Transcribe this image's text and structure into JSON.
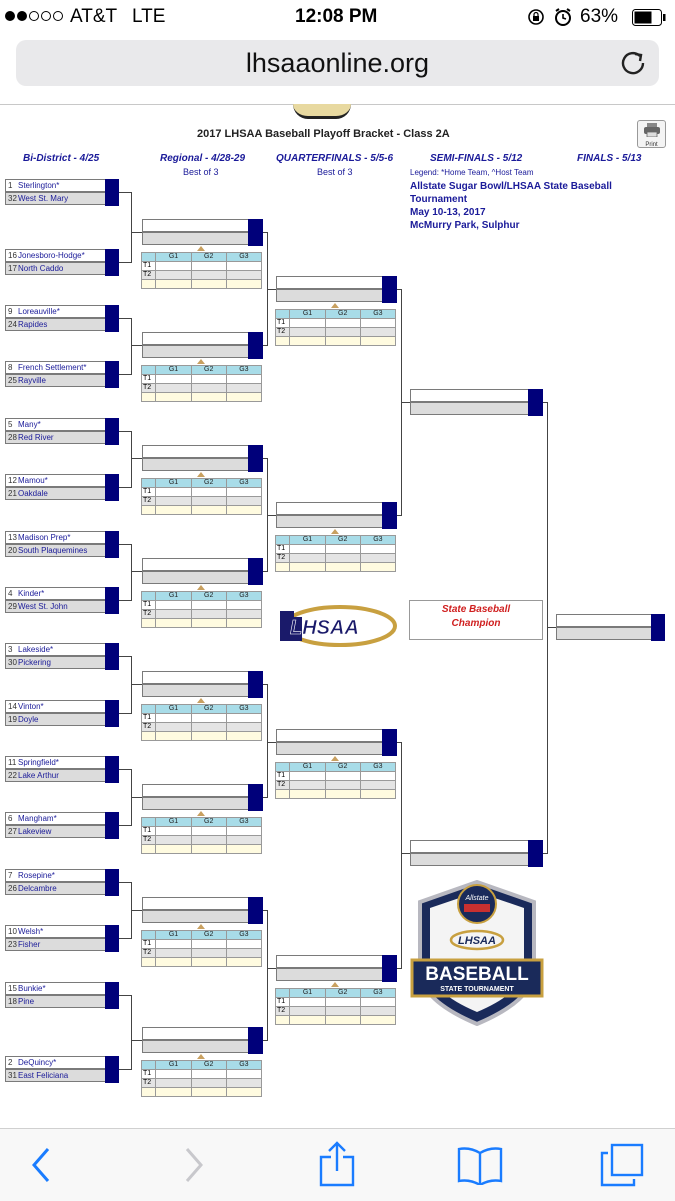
{
  "status_bar": {
    "carrier": "AT&T",
    "network": "LTE",
    "time": "12:08 PM",
    "battery": "63%",
    "signal_bars": 2
  },
  "browser": {
    "url": "lhsaaonline.org"
  },
  "bracket": {
    "title": "2017 LHSAA Baseball Playoff Bracket - Class 2A",
    "rounds": {
      "bi_district": "Bi-District - 4/25",
      "regional": "Regional - 4/28-29",
      "regional_sub": "Best of 3",
      "quarterfinals": "QUARTERFINALS - 5/5-6",
      "quarterfinals_sub": "Best of 3",
      "semifinals": "SEMI-FINALS - 5/12",
      "finals": "FINALS - 5/13"
    },
    "legend": "Legend: *Home Team, ^Host Team",
    "tournament_lines": [
      "Allstate Sugar Bowl/LHSAA State Baseball",
      "Tournament",
      "May 10-13, 2017",
      "McMurry Park, Sulphur"
    ],
    "champion_label": "State Baseball Champion",
    "print_label": "Print",
    "series_headers": [
      "G1",
      "G2",
      "G3"
    ],
    "series_rows": [
      "T1",
      "T2"
    ],
    "teams": [
      {
        "seed": "1",
        "name": "Sterlington*"
      },
      {
        "seed": "32",
        "name": "West St. Mary"
      },
      {
        "seed": "16",
        "name": "Jonesboro-Hodge*"
      },
      {
        "seed": "17",
        "name": "North Caddo"
      },
      {
        "seed": "9",
        "name": "Loreauville*"
      },
      {
        "seed": "24",
        "name": "Rapides"
      },
      {
        "seed": "8",
        "name": "French Settlement*"
      },
      {
        "seed": "25",
        "name": "Rayville"
      },
      {
        "seed": "5",
        "name": "Many*"
      },
      {
        "seed": "28",
        "name": "Red River"
      },
      {
        "seed": "12",
        "name": "Mamou*"
      },
      {
        "seed": "21",
        "name": "Oakdale"
      },
      {
        "seed": "13",
        "name": "Madison Prep*"
      },
      {
        "seed": "20",
        "name": "South Plaquemines"
      },
      {
        "seed": "4",
        "name": "Kinder*"
      },
      {
        "seed": "29",
        "name": "West St. John"
      },
      {
        "seed": "3",
        "name": "Lakeside*"
      },
      {
        "seed": "30",
        "name": "Pickering"
      },
      {
        "seed": "14",
        "name": "Vinton*"
      },
      {
        "seed": "19",
        "name": "Doyle"
      },
      {
        "seed": "11",
        "name": "Springfield*"
      },
      {
        "seed": "22",
        "name": "Lake Arthur"
      },
      {
        "seed": "6",
        "name": "Mangham*"
      },
      {
        "seed": "27",
        "name": "Lakeview"
      },
      {
        "seed": "7",
        "name": "Rosepine*"
      },
      {
        "seed": "26",
        "name": "Delcambre"
      },
      {
        "seed": "10",
        "name": "Welsh*"
      },
      {
        "seed": "23",
        "name": "Fisher"
      },
      {
        "seed": "15",
        "name": "Bunkie*"
      },
      {
        "seed": "18",
        "name": "Pine"
      },
      {
        "seed": "2",
        "name": "DeQuincy*"
      },
      {
        "seed": "31",
        "name": "East Feliciana"
      }
    ],
    "logos": {
      "lhsaa": "LHSAA",
      "badge_top": "Allstate",
      "badge_mid": "LHSAA",
      "badge_main": "BASEBALL",
      "badge_sub": "STATE TOURNAMENT"
    }
  },
  "toolbar": {
    "icons": [
      "back-icon",
      "forward-icon",
      "share-icon",
      "bookmarks-icon",
      "tabs-icon"
    ]
  }
}
